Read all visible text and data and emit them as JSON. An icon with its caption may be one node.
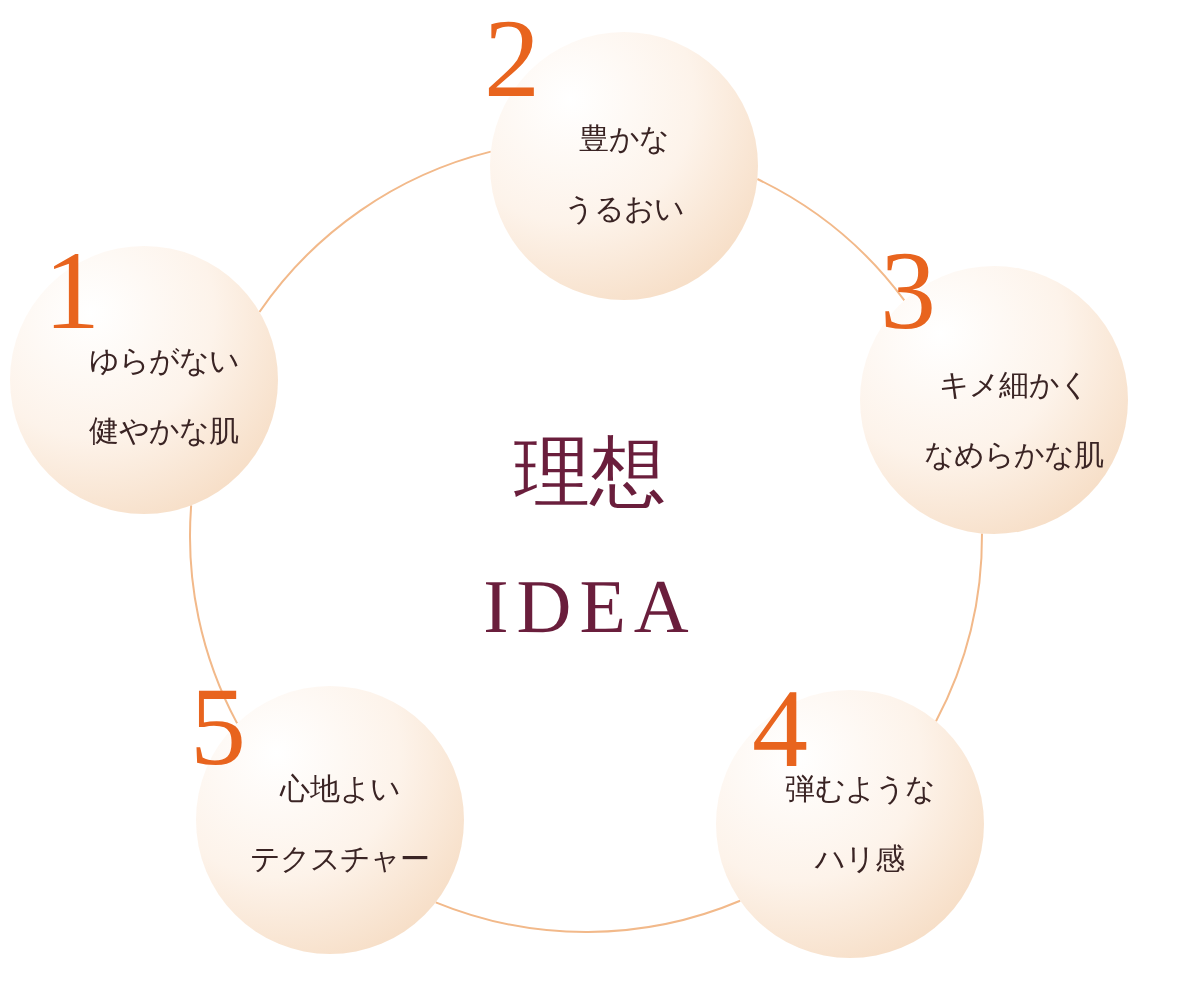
{
  "diagram": {
    "nodes": [
      {
        "text": [
          "1",
          "ゆらがない健やかな肌"
        ]
      },
      {
        "text": [
          "2",
          "豊かなうるおい"
        ]
      },
      {
        "text": [
          "3",
          "キメ細かくなめらかな肌"
        ]
      },
      {
        "text": [
          "4",
          "弾むようなハリ感"
        ]
      },
      {
        "text": [
          "5",
          "心地よいテクスチャー"
        ]
      }
    ],
    "edges": [
      {
        "from": 0,
        "to": 1,
        "arrow": "none"
      },
      {
        "from": 1,
        "to": 2,
        "arrow": "none"
      },
      {
        "from": 2,
        "to": 3,
        "arrow": "none"
      },
      {
        "from": 3,
        "to": 4,
        "arrow": "none"
      },
      {
        "from": 4,
        "to": 0,
        "arrow": "none"
      }
    ],
    "labels": [
      "理想",
      "IDEA"
    ]
  }
}
